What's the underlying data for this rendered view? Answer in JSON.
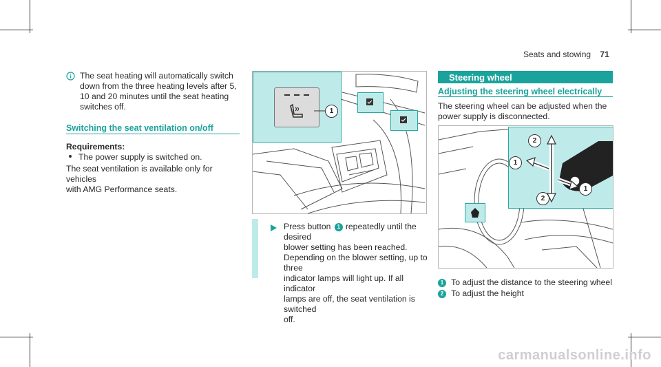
{
  "header": {
    "section": "Seats and stowing",
    "page_number": "71"
  },
  "left_column": {
    "note_icon": "info-icon",
    "note_text": [
      "The seat heating will automatically switch",
      "down from the three heating levels after 5,",
      "10 and 20 minutes until the seat heating",
      "switches off."
    ],
    "subheading": "Switching the seat ventilation on/off",
    "requirements_label": "Requirements:",
    "requirement_item": "The power supply is switched on.",
    "paragraph": [
      "The seat ventilation is available only for vehicles",
      "with AMG Performance seats."
    ]
  },
  "middle_column": {
    "figure_callout": "1",
    "instruction": [
      "Press button",
      "repeatedly until the desired",
      "blower setting has been reached.",
      "Depending on the blower setting, up to three",
      "indicator lamps will light up. If all indicator",
      "lamps are off, the seat ventilation is switched",
      "off."
    ],
    "instruction_badge": "1",
    "arrow_icon": "triangle-right-icon"
  },
  "right_column": {
    "band_title": "Steering wheel",
    "subheading": "Adjusting the steering wheel electrically",
    "paragraph": [
      "The steering wheel can be adjusted when the",
      "power supply is disconnected."
    ],
    "figure_badges": [
      "1",
      "2",
      "1",
      "2"
    ],
    "legend": [
      {
        "badge": "1",
        "text": "To adjust the distance to the steering wheel"
      },
      {
        "badge": "2",
        "text": "To adjust the height"
      }
    ]
  },
  "watermark": "carmanualsonline.info"
}
